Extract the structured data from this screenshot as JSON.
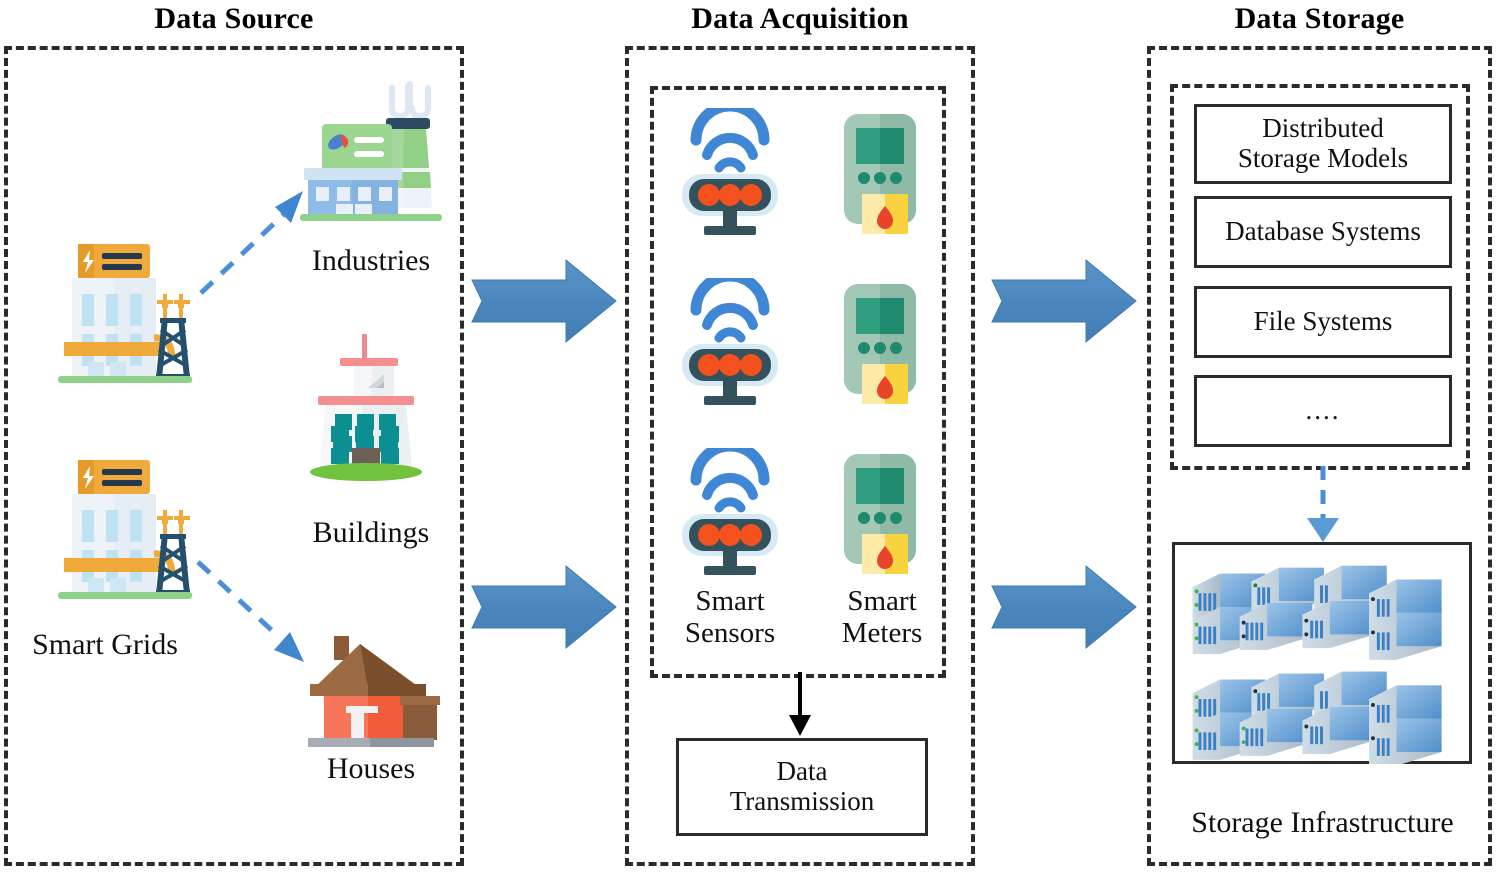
{
  "diagram": {
    "title_font_color": "#000000",
    "accent_blue": "#4a86bd",
    "dash_color": "#2b2b2b"
  },
  "panels": [
    {
      "id": "data-source",
      "title": "Data Source"
    },
    {
      "id": "data-acquisition",
      "title": "Data Acquisition"
    },
    {
      "id": "data-storage",
      "title": "Data Storage"
    }
  ],
  "data_source": {
    "title": "Data Source",
    "smart_grids_label": "Smart Grids",
    "targets": [
      {
        "id": "industries",
        "label": "Industries",
        "icon": "factory-icon"
      },
      {
        "id": "buildings",
        "label": "Buildings",
        "icon": "office-building-icon"
      },
      {
        "id": "houses",
        "label": "Houses",
        "icon": "house-icon"
      }
    ],
    "grid_icons": [
      {
        "id": "smart-grid-top",
        "icon": "power-plant-icon"
      },
      {
        "id": "smart-grid-bottom",
        "icon": "power-plant-icon"
      }
    ]
  },
  "data_acquisition": {
    "title": "Data Acquisition",
    "devices": [
      {
        "id": "smart-sensors",
        "label": "Smart\nSensors",
        "icon": "smart-sensor-icon",
        "count": 3
      },
      {
        "id": "smart-meters",
        "label": "Smart\nMeters",
        "icon": "smart-meter-icon",
        "count": 3
      }
    ],
    "transmission_box": "Data\nTransmission"
  },
  "data_storage": {
    "title": "Data Storage",
    "models": [
      "Distributed\nStorage Models",
      "Database Systems",
      "File Systems",
      "...."
    ],
    "infrastructure_label": "Storage Infrastructure",
    "server_rows": 2,
    "servers_per_row": 4
  },
  "flow_arrows": [
    {
      "id": "arrow-source-to-acquisition-top",
      "direction": "right",
      "color": "#4a86bd"
    },
    {
      "id": "arrow-source-to-acquisition-bottom",
      "direction": "right",
      "color": "#4a86bd"
    },
    {
      "id": "arrow-acquisition-to-storage-top",
      "direction": "right",
      "color": "#4a86bd"
    },
    {
      "id": "arrow-acquisition-to-storage-bottom",
      "direction": "right",
      "color": "#4a86bd"
    }
  ],
  "connectors": [
    {
      "id": "grid-to-industries",
      "style": "dashed",
      "color": "#4a90d9",
      "direction": "up-right"
    },
    {
      "id": "grid-to-houses",
      "style": "dashed",
      "color": "#4a90d9",
      "direction": "down-right"
    },
    {
      "id": "devices-to-transmission",
      "style": "solid",
      "color": "#000000",
      "direction": "down"
    },
    {
      "id": "models-to-infrastructure",
      "style": "dashed",
      "color": "#4a90d9",
      "direction": "down"
    }
  ]
}
